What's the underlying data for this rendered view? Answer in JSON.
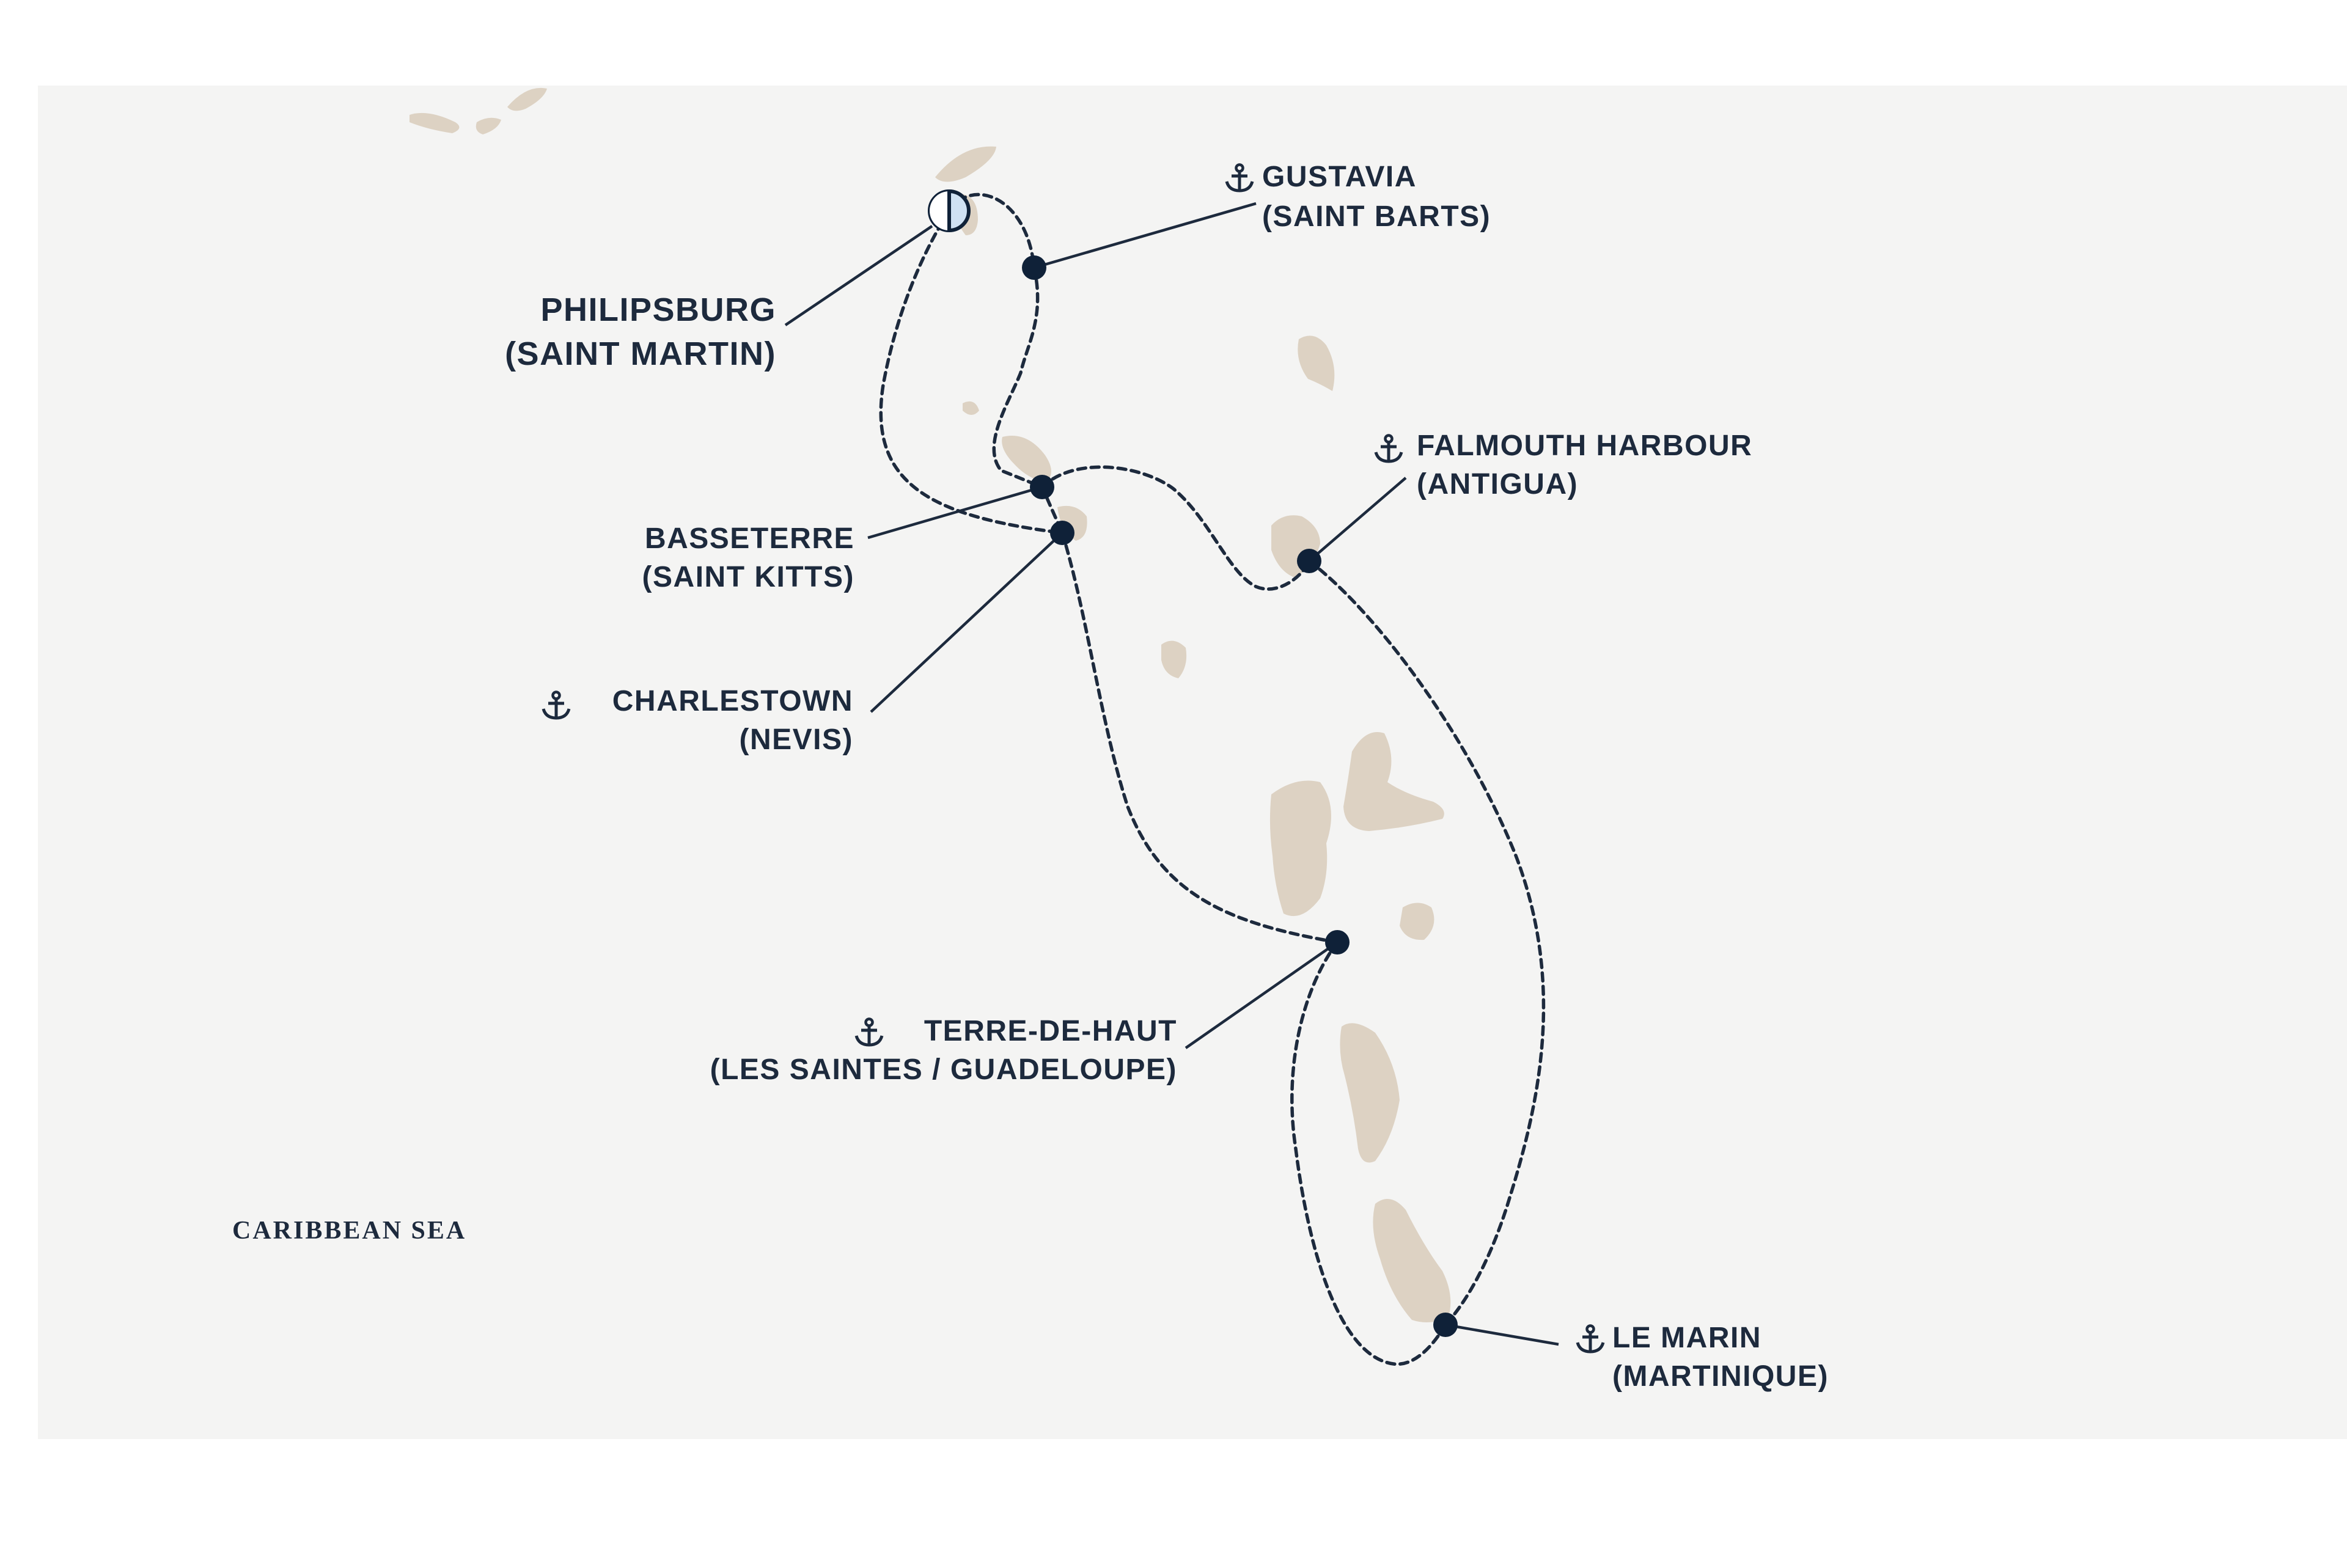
{
  "map": {
    "sea_label": "CARIBBEAN SEA",
    "colors": {
      "background": "#ffffff",
      "sea": "#f4f4f3",
      "land": "#ddd2c3",
      "route": "#1d2a3d",
      "marker": "#0f2138",
      "start_marker_fill": "#cfe1f3"
    },
    "start_port": {
      "name": "PHILIPSBURG",
      "region": "(SAINT MARTIN)",
      "icon": "start-end-marker-icon"
    },
    "ports": [
      {
        "name": "GUSTAVIA",
        "region": "(SAINT BARTS)",
        "icon": "anchor-icon"
      },
      {
        "name": "FALMOUTH HARBOUR",
        "region": "(ANTIGUA)",
        "icon": "anchor-icon"
      },
      {
        "name": "BASSETERRE",
        "region": "(SAINT KITTS)",
        "icon": ""
      },
      {
        "name": "CHARLESTOWN",
        "region": "(NEVIS)",
        "icon": "anchor-icon"
      },
      {
        "name": "TERRE-DE-HAUT",
        "region": "(LES SAINTES / GUADELOUPE)",
        "icon": "anchor-icon"
      },
      {
        "name": "LE MARIN",
        "region": "(MARTINIQUE)",
        "icon": "anchor-icon"
      }
    ]
  }
}
